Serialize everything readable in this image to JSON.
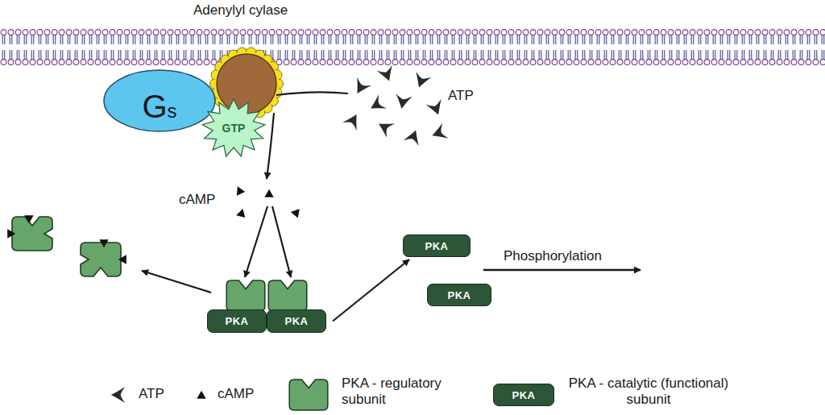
{
  "diagram": {
    "nodes": [
      {
        "text": [
          "Gs"
        ]
      },
      {
        "text": [
          "GTP"
        ]
      },
      {
        "text": [
          "PKA"
        ]
      },
      {
        "text": [
          "PKA"
        ]
      },
      {
        "text": [
          "PKA"
        ]
      },
      {
        "text": [
          "PKA"
        ]
      },
      {
        "text": [
          "PKA"
        ]
      }
    ],
    "edges": [
      {
        "from": 3,
        "to": 4,
        "arrow": "to"
      }
    ],
    "labels": [
      "Adenylyl cylase",
      "ATP",
      "cAMP",
      "Phosphorylation"
    ],
    "legend": [
      {
        "text": "ATP"
      },
      {
        "text": "cAMP"
      },
      {
        "text": "PKA - regulatory subunit"
      },
      {
        "text": "PKA - catalytic (functional) subunit"
      }
    ]
  }
}
